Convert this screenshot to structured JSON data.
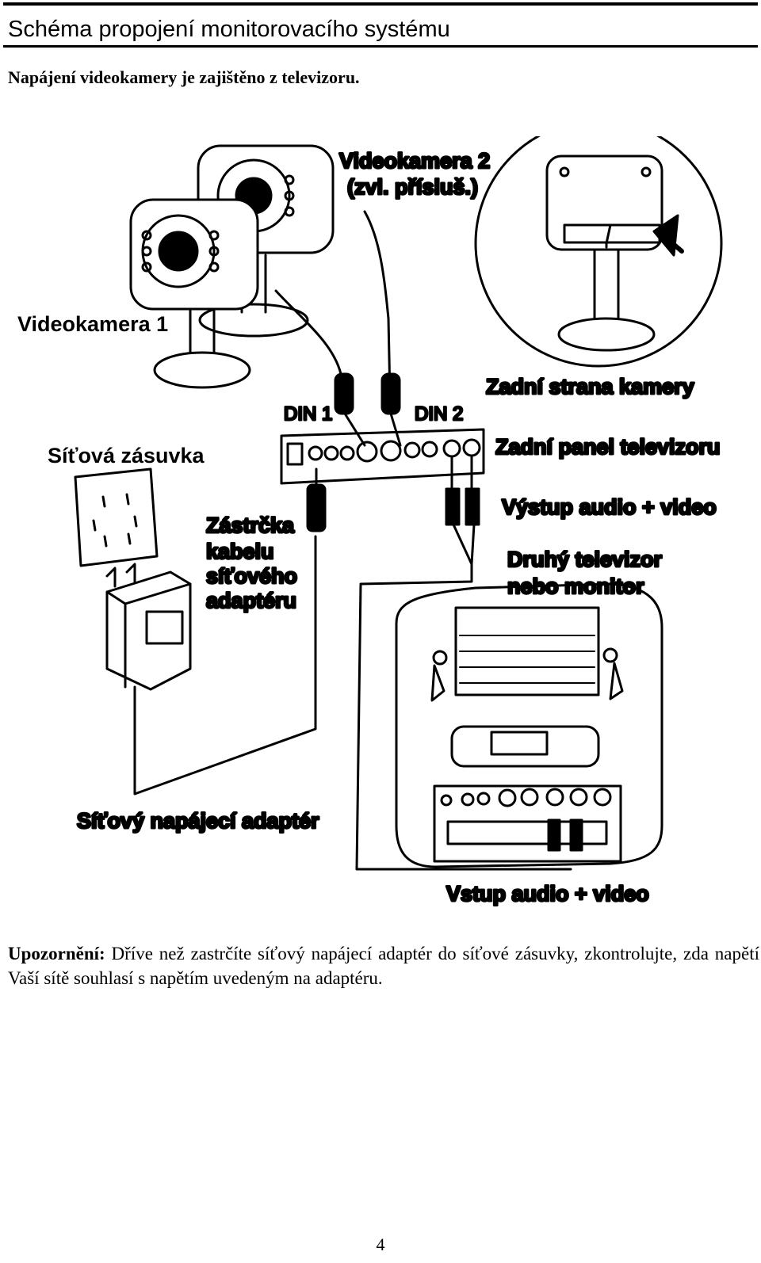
{
  "header": {
    "title": "Schéma propojení monitorovacího systému"
  },
  "subtitle": "Napájení videokamery je zajištěno z televizoru.",
  "diagram": {
    "labels": {
      "camera2_line1": "Videokamera 2",
      "camera2_line2": "(zvl. přísluš.)",
      "camera1": "Videokamera 1",
      "camera_back": "Zadní strana kamery",
      "din1": "DIN 1",
      "din2": "DIN 2",
      "tv_back_panel": "Zadní panel televizoru",
      "wall_socket": "Síťová zásuvka",
      "plug_line1": "Zástrčka",
      "plug_line2": "kabelu",
      "plug_line3": "síťového",
      "plug_line4": "adaptéru",
      "av_out": "Výstup audio + video",
      "second_tv_line1": "Druhý televizor",
      "second_tv_line2": "nebo monitor",
      "power_adapter": "Síťový napájecí adaptér",
      "av_in": "Vstup audio + video"
    }
  },
  "warning": {
    "label": "Upozornění:",
    "text": " Dříve než zastrčíte síťový napájecí adaptér do síťové zásuvky, zkontrolujte, zda napětí Vaší sítě souhlasí s napětím uvedeným na adaptéru."
  },
  "page_number": "4"
}
